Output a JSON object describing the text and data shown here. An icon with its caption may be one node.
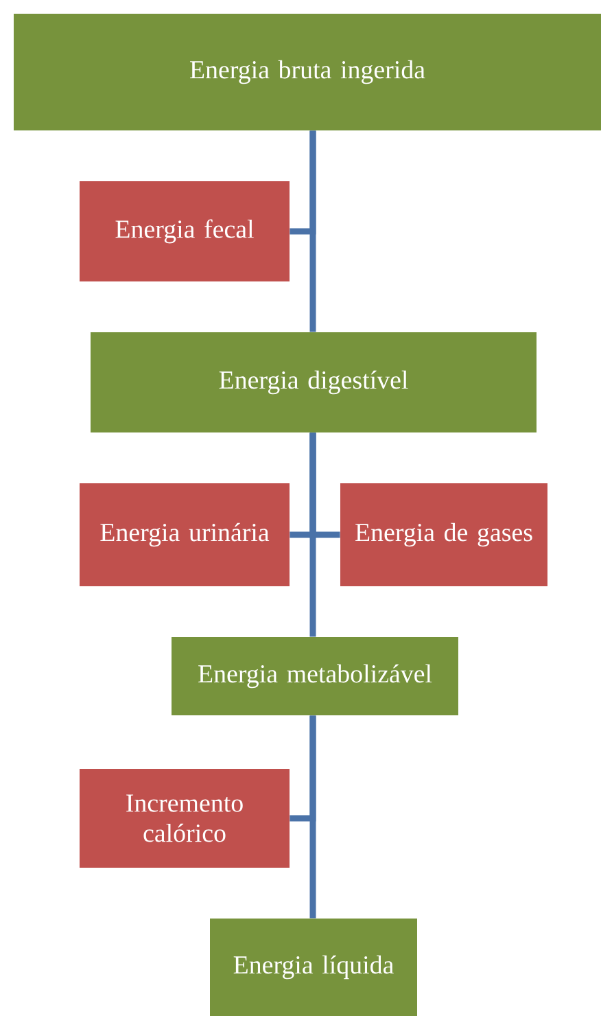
{
  "diagram": {
    "nodes": [
      {
        "text": [
          "Energia bruta ingerida"
        ]
      },
      {
        "text": [
          "Energia fecal"
        ]
      },
      {
        "text": [
          "Energia digestível"
        ]
      },
      {
        "text": [
          "Energia urinária"
        ]
      },
      {
        "text": [
          "Energia de gases"
        ]
      },
      {
        "text": [
          "Energia metabolizável"
        ]
      },
      {
        "text": [
          "Incremento calórico"
        ]
      },
      {
        "text": [
          "Energia líquida"
        ]
      }
    ],
    "edges": [
      {
        "from": 0,
        "to": 2,
        "arrow": "none"
      },
      {
        "from": 0,
        "to": 1,
        "arrow": "none"
      },
      {
        "from": 2,
        "to": 5,
        "arrow": "none"
      },
      {
        "from": 2,
        "to": 3,
        "arrow": "none"
      },
      {
        "from": 2,
        "to": 4,
        "arrow": "none"
      },
      {
        "from": 5,
        "to": 7,
        "arrow": "none"
      },
      {
        "from": 5,
        "to": 6,
        "arrow": "none"
      }
    ]
  }
}
